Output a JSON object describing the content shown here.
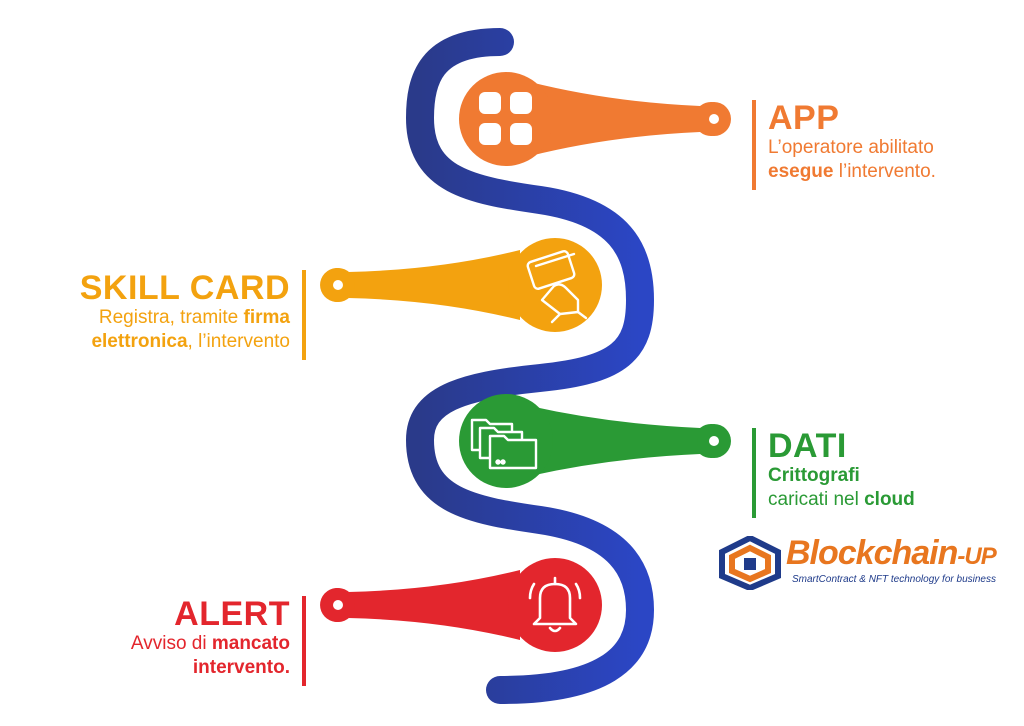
{
  "colors": {
    "snake_start": "#2a3a8a",
    "snake_end": "#2b46c5",
    "app": "#f07a32",
    "skill": "#f3a20f",
    "dati": "#2a9a35",
    "alert": "#e3262d"
  },
  "steps": [
    {
      "id": "app",
      "icon": "apps-grid-icon",
      "title": "APP",
      "line1": "L’operatore abilitato",
      "line2_bold": "esegue",
      "line2_rest": " l’intervento."
    },
    {
      "id": "skill",
      "icon": "card-hand-icon",
      "title": "SKILL CARD",
      "line1_plain": "Registra, tramite ",
      "line1_bold": "firma",
      "line2_bold": "elettronica",
      "line2_rest": ", l’intervento"
    },
    {
      "id": "dati",
      "icon": "folders-icon",
      "title": "DATI",
      "line1_bold": "Crittografi",
      "line2_plain": "caricati nel ",
      "line2_bold": "cloud"
    },
    {
      "id": "alert",
      "icon": "bell-icon",
      "title": "ALERT",
      "line1_plain": "Avviso di ",
      "line1_bold": "mancato",
      "line2_bold": "intervento."
    }
  ],
  "logo": {
    "name": "Blockchain",
    "suffix": "-UP",
    "tagline": "SmartContract & NFT technology for business"
  }
}
